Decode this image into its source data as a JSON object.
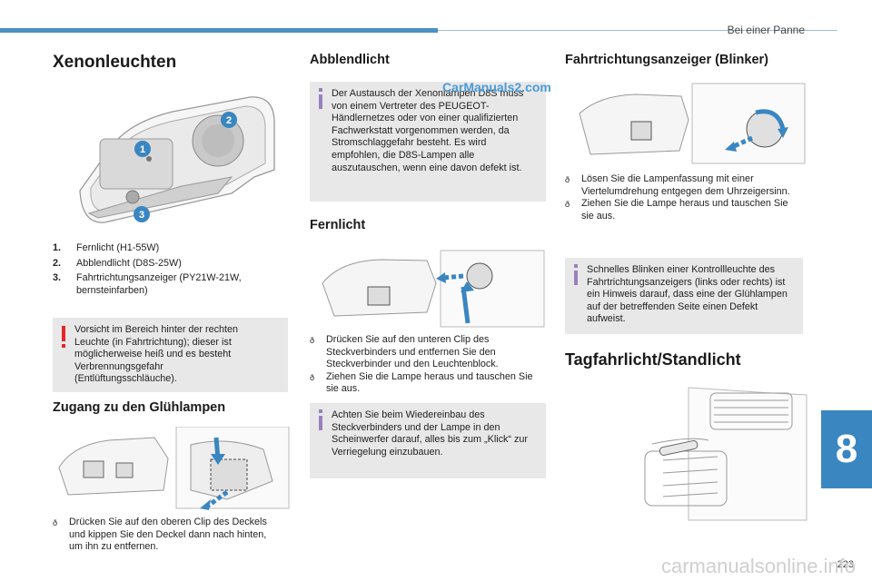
{
  "header": {
    "section_title": "Bei einer Panne",
    "chapter_number": "8",
    "page_number": "223"
  },
  "left": {
    "title": "Xenonleuchten",
    "callouts": [
      "1",
      "2",
      "3"
    ],
    "list": [
      {
        "num": "1.",
        "text": "Fernlicht (H1-55W)"
      },
      {
        "num": "2.",
        "text": "Abblendlicht (D8S-25W)"
      },
      {
        "num": "3.",
        "text": "Fahrtrichtungsanzeiger (PY21W-21W, bernsteinfarben)"
      }
    ],
    "warning_text": "Vorsicht im Bereich hinter der rechten Leuchte (in Fahrtrichtung); dieser ist möglicherweise heiß und es besteht Verbrennungsgefahr (Entlüftungsschläuche).",
    "access_title": "Zugang zu den Glühlampen",
    "access_steps": [
      "Drücken Sie auf den oberen Clip des Deckels und kippen Sie den Deckel dann nach hinten, um ihn zu entfernen."
    ]
  },
  "middle": {
    "low_beam_title": "Abblendlicht",
    "low_beam_info": "Der Austausch der Xenonlampen D8S muss von einem Vertreter des PEUGEOT-Händlernetzes oder von einer qualifizierten Fachwerkstatt vorgenommen werden, da Stromschlaggefahr besteht. Es wird empfohlen, die D8S-Lampen alle auszutauschen, wenn eine davon defekt ist.",
    "high_beam_title": "Fernlicht",
    "high_beam_steps": [
      "Drücken Sie auf den unteren Clip des Steckverbinders und entfernen Sie den Steckverbinder und den Leuchtenblock.",
      "Ziehen Sie die Lampe heraus und tauschen Sie sie aus."
    ],
    "high_beam_info": "Achten Sie beim Wiedereinbau des Steckverbinders und der Lampe in den Scheinwerfer darauf, alles bis zum „Klick“ zur Verriegelung einzubauen."
  },
  "right": {
    "indicator_title": "Fahrtrichtungsanzeiger (Blinker)",
    "indicator_steps": [
      "Lösen Sie die Lampenfassung mit einer Viertelumdrehung entgegen dem Uhrzeigersinn.",
      "Ziehen Sie die Lampe heraus und tauschen Sie sie aus."
    ],
    "indicator_info": "Schnelles Blinken einer Kontrollleuchte des Fahrtrichtungsanzeigers (links oder rechts) ist ein Hinweis darauf, dass eine der Glühlampen auf der betreffenden Seite einen Defekt aufweist.",
    "drl_title": "Tagfahrlicht/Standlicht"
  },
  "watermarks": {
    "top": "CarManuals2.com",
    "bottom": "carmanualsonline.info"
  },
  "colors": {
    "accent_blue": "#3a86c1",
    "warning_red": "#e3262b",
    "info_bar": "#9a7fc0",
    "box_gray": "#e8e8e8"
  },
  "icons": {
    "step_bullet": "",
    "warning": "exclamation-icon",
    "info": "info-icon"
  }
}
